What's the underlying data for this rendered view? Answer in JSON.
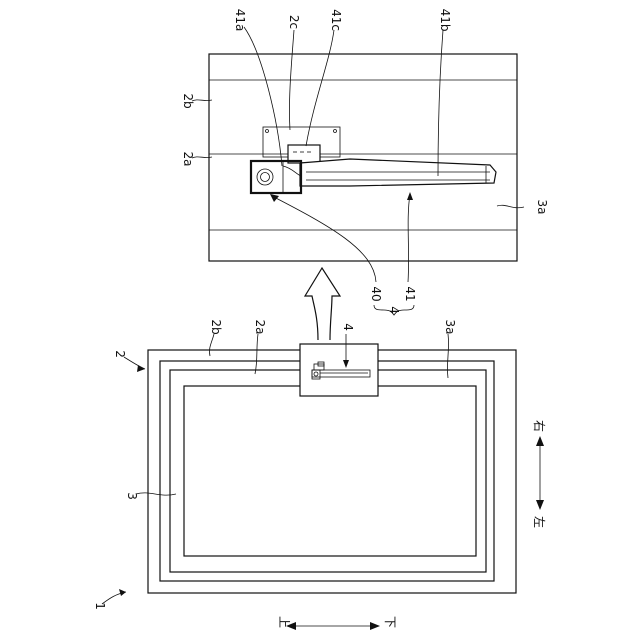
{
  "labels": {
    "l1": "1",
    "l2": "2",
    "l2a_low": "2a",
    "l2b_low": "2b",
    "l3": "3",
    "l3a_low": "3a",
    "l4_low": "4",
    "l2b_up": "2b",
    "l2a_up": "2a",
    "l2c": "2c",
    "l41a": "41a",
    "l41c": "41c",
    "l41b": "41b",
    "l3a_up": "3a",
    "l40": "40",
    "l41": "41",
    "l4_brace": "4",
    "dir_right": "右",
    "dir_left": "左",
    "dir_up": "上",
    "dir_down": "下"
  }
}
